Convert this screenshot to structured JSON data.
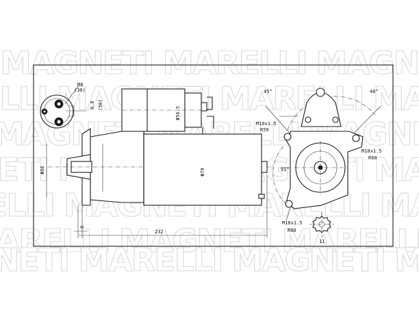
{
  "watermark": {
    "text": "MAGNETI MARELLI"
  },
  "side_view": {
    "terminal_thread": "M8",
    "terminal_thread_alt": "(30)",
    "small_terminal": "0.8",
    "small_terminal_alt": "(50)",
    "solenoid_diameter": "Φ56.5",
    "motor_diameter": "Φ79",
    "flange_diameter": "Φ66",
    "flange_offset": "6",
    "overall_length": "232"
  },
  "end_view": {
    "angle_left": "45°",
    "angle_right": "46°",
    "angle_bottom": "91°",
    "thread_top": "M10x1.5",
    "radius_top": "R59",
    "thread_right": "M10x1.5",
    "radius_right": "R60",
    "thread_bottom": "M10x1.5",
    "radius_bottom": "R60"
  },
  "pinion": {
    "teeth": "11"
  }
}
